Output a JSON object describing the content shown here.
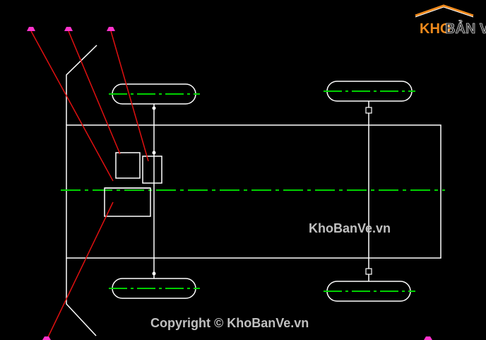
{
  "logo": {
    "part1": "KHO",
    "part2": "BẢN VẼ",
    "colors": {
      "orange": "#f08a1c",
      "dark": "#2b2b2b"
    }
  },
  "watermarks": {
    "center": "KhoBanVe.vn",
    "copyright": "Copyright © KhoBanVe.vn"
  },
  "colors": {
    "outline": "#ffffff",
    "centerline": "#00d000",
    "leader": "#e01010",
    "marker": "#ff33cc",
    "watermark": "#c0c0c0"
  }
}
